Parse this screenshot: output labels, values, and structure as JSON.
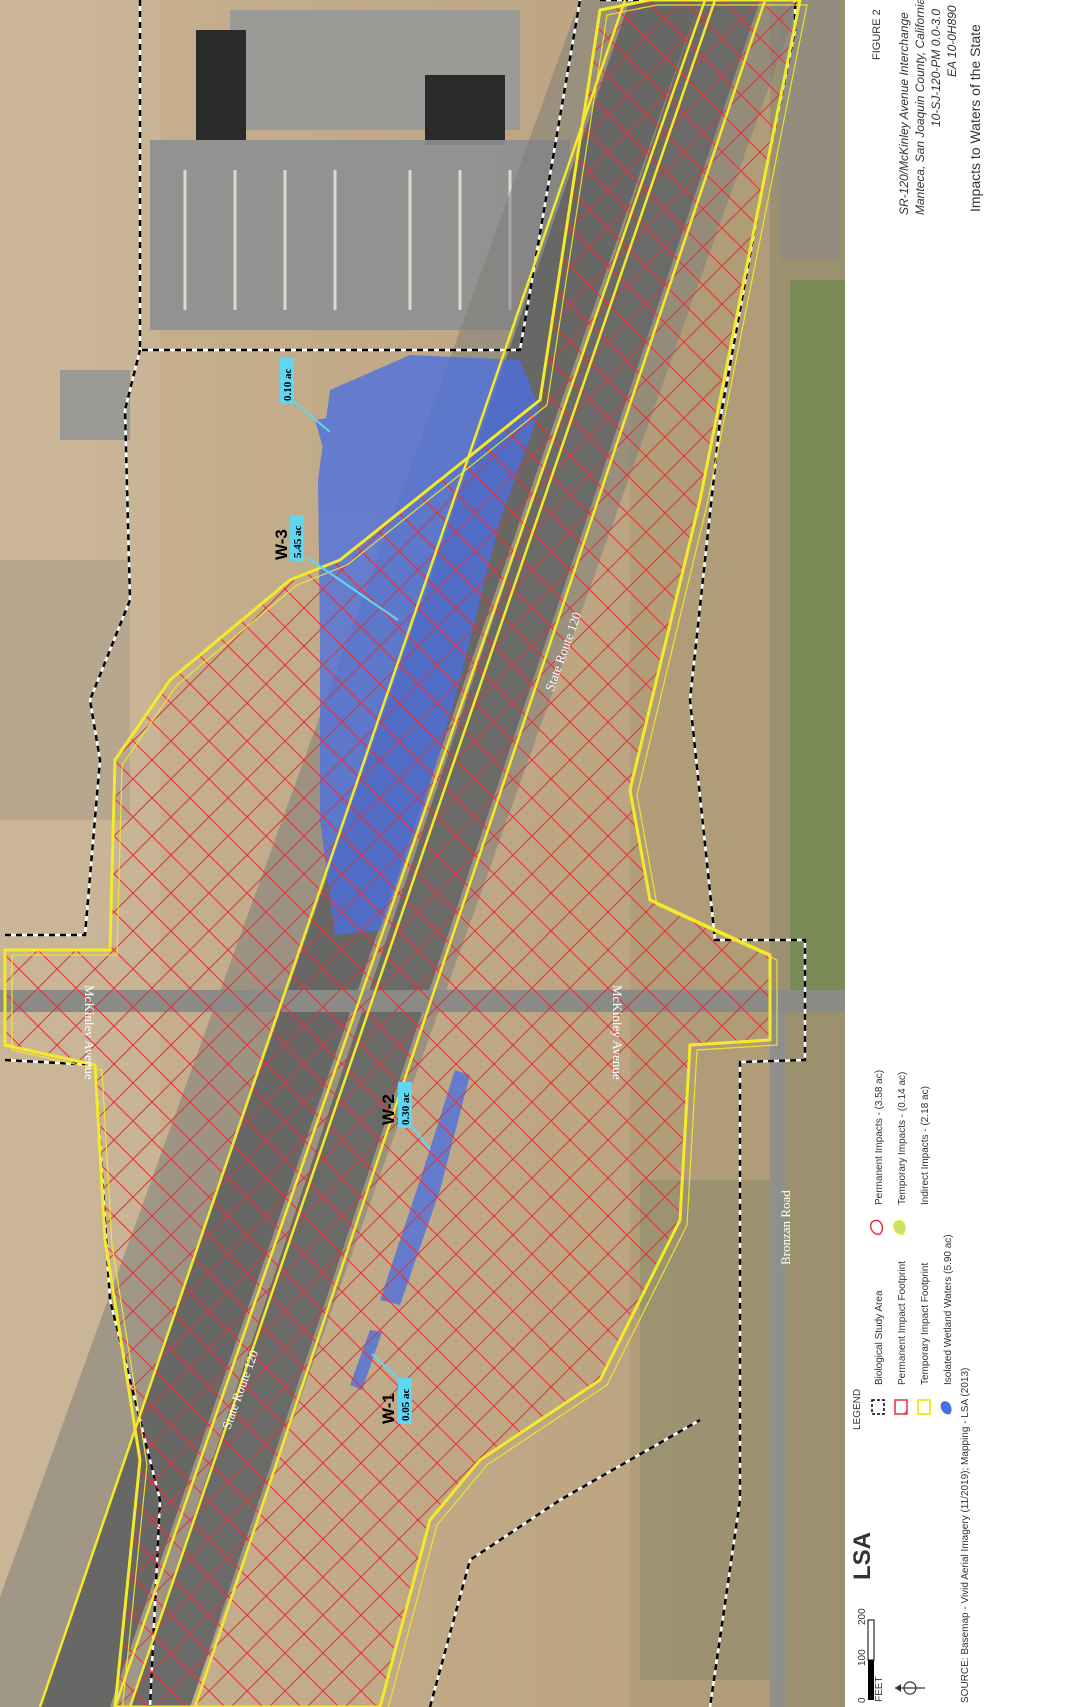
{
  "figure": {
    "number_label": "FIGURE 2",
    "project": "SR-120/McKinley Avenue Interchange",
    "location": "Manteca, San Joaquin County, California",
    "route_postmile": "10-SJ-120-PM 0.0-3.0",
    "ea": "EA 10-0H890",
    "title": "Impacts to Waters of the State"
  },
  "legend": {
    "heading": "LEGEND",
    "items": [
      {
        "label": "Biological Study Area"
      },
      {
        "label": "Permanent Impact Footprint"
      },
      {
        "label": "Temporary Impact Footprint"
      },
      {
        "label": "Isolated Wetland Waters (5.90 ac)"
      },
      {
        "label": "Permanent Impacts - (3.58 ac)"
      },
      {
        "label": "Temporary Impacts - (0.14 ac)"
      },
      {
        "label": "Indirect Impacts - (2.18 ac)"
      }
    ]
  },
  "scale": {
    "ticks": [
      "0",
      "100",
      "200"
    ],
    "unit": "FEET"
  },
  "logo": "LSA",
  "source": "SOURCE: Basemap - Vivid Aerial Imagery (11/2019); Mapping - LSA (2013)",
  "roads": {
    "mckinley_top": "McKinley Avenue",
    "mckinley_bottom": "McKinley Avenue",
    "sr120_upper": "State Route 120",
    "sr120_lower": "State Route 120",
    "bronzan": "Bronzan Road"
  },
  "wetlands": [
    {
      "id": "W-1",
      "area": "0.05 ac"
    },
    {
      "id": "W-2",
      "area": "0.30 ac"
    },
    {
      "id": "W-3",
      "area": "5.45 ac"
    },
    {
      "id": "",
      "area": "0.10 ac"
    }
  ],
  "colors": {
    "study_area_boundary": "#000000",
    "permanent_impact": "#e8303a",
    "temporary_impact": "#f2ea2a",
    "wetland": "#4b6fe0",
    "label_box": "#5fd6f2"
  }
}
